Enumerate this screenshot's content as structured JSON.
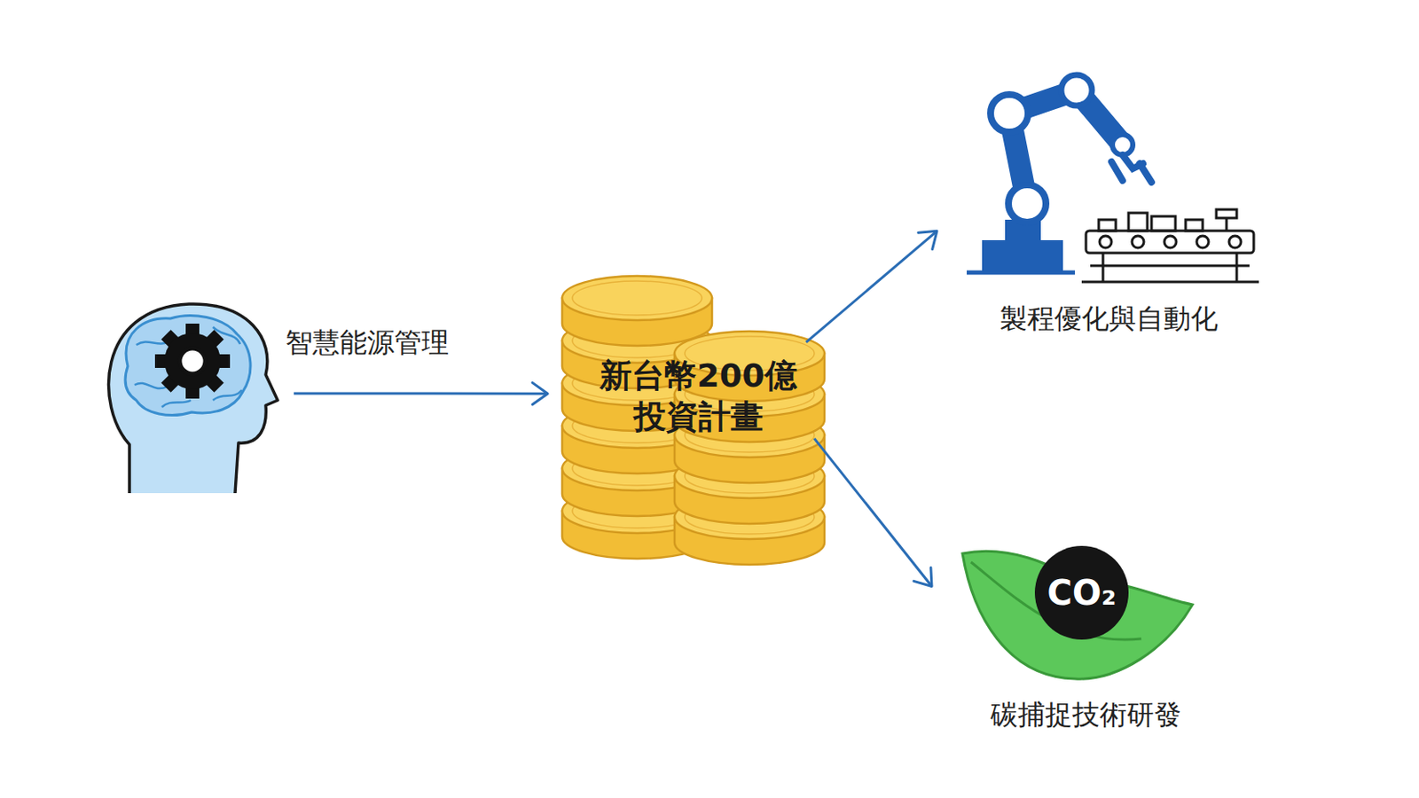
{
  "diagram": {
    "nodes": [
      {
        "text": [
          "智慧能源管理"
        ]
      },
      {
        "text": [
          "新台幣200億 投資計畫"
        ]
      },
      {
        "text": [
          "製程優化與自動化"
        ]
      },
      {
        "text": [
          "CO₂",
          "碳捕捉技術研發"
        ]
      }
    ],
    "edges": [
      {
        "from": 0,
        "to": 1,
        "arrow": "to"
      },
      {
        "from": 1,
        "to": 2,
        "arrow": "to"
      },
      {
        "from": 1,
        "to": 3,
        "arrow": "to"
      }
    ]
  }
}
